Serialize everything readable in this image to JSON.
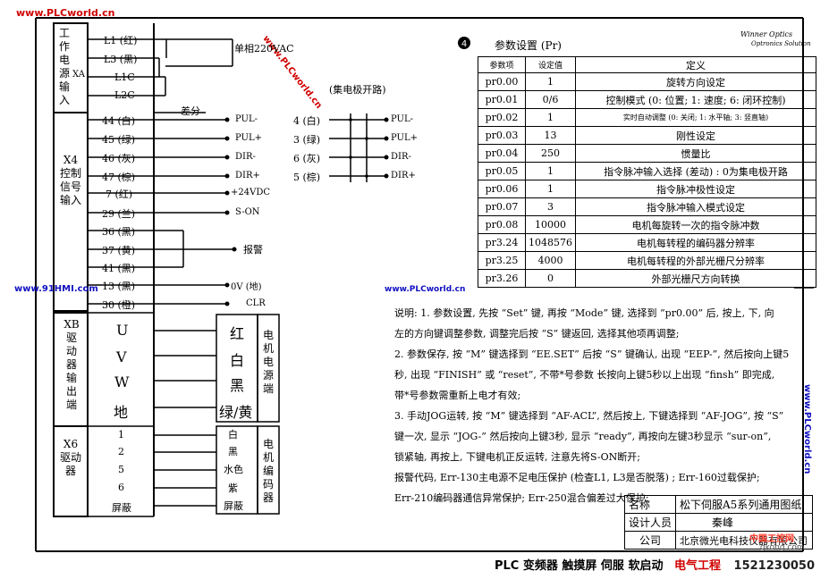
{
  "watermarks": {
    "top_left": "www.PLCworld.cn",
    "diag_top": "www.PLCworld.cn",
    "left_mid": "www.91HMI.com",
    "center_mid": "www.PLCworld.cn",
    "right_vertical": "www.PLCworld.cn",
    "gk_brand": "中国工控网",
    "gk_url": "gkong.com"
  },
  "brand": {
    "name": "Winner Optics",
    "sub": "Optronics Solution"
  },
  "power_section": {
    "title": "工作电源输入",
    "code": "XA",
    "terminals": [
      "L1 (红)",
      "L3 (黑)",
      "L1C",
      "L2C"
    ],
    "label": "单相220VAC"
  },
  "x4_section": {
    "title": "X4控制信号输入",
    "differential_label": "差分",
    "open_collector_label": "(集电极开路)",
    "pins": [
      "44 (白)",
      "45 (绿)",
      "46 (灰)",
      "47 (棕)",
      "7 (红)",
      "29 (兰)",
      "36 (黑)",
      "37 (黄)",
      "41 (黑)",
      "13 (黑)",
      "30 (橙)"
    ],
    "signals_diff": [
      "PUL-",
      "PUL+",
      "DIR-",
      "DIR+",
      "+24VDC",
      "S-ON"
    ],
    "alarm_label": "报警",
    "zero_v_label": "0V (地)",
    "clr_label": "CLR",
    "oc_pins": [
      "4 (白)",
      "3 (绿)",
      "6 (灰)",
      "5 (棕)"
    ],
    "oc_signals": [
      "PUL-",
      "PUL+",
      "DIR-",
      "DIR+"
    ]
  },
  "xb_section": {
    "title": "XB驱动器输出端",
    "terminals": [
      "U",
      "V",
      "W",
      "地"
    ],
    "wires": [
      "红",
      "白",
      "黑",
      "绿/黄"
    ],
    "motor_label": "电机电源端"
  },
  "x6_section": {
    "title": "X6驱动器",
    "pins": [
      "1",
      "2",
      "5",
      "6",
      "屏蔽"
    ],
    "wires": [
      "白",
      "黑",
      "水色",
      "紫",
      "屏蔽"
    ],
    "encoder_label": "电机编码器"
  },
  "params": {
    "badge": "4",
    "title": "参数设置 (Pr)",
    "headers": [
      "参数项",
      "设定值",
      "定义"
    ],
    "rows": [
      [
        "pr0.00",
        "1",
        "旋转方向设定"
      ],
      [
        "pr0.01",
        "0/6",
        "控制模式 (0: 位置; 1: 速度; 6: 闭环控制)"
      ],
      [
        "pr0.02",
        "1",
        "实时自动调整 (0: 关闭; 1: 水平轴; 3: 竖直轴)"
      ],
      [
        "pr0.03",
        "13",
        "刚性设定"
      ],
      [
        "pr0.04",
        "250",
        "惯量比"
      ],
      [
        "pr0.05",
        "1",
        "指令脉冲输入选择 (差动) : 0为集电极开路"
      ],
      [
        "pr0.06",
        "1",
        "指令脉冲极性设定"
      ],
      [
        "pr0.07",
        "3",
        "指令脉冲输入模式设定"
      ],
      [
        "pr0.08",
        "10000",
        "电机每旋转一次的指令脉冲数"
      ],
      [
        "pr3.24",
        "1048576",
        "电机每转程的编码器分辨率"
      ],
      [
        "pr3.25",
        "4000",
        "电机每转程的外部光栅尺分辨率"
      ],
      [
        "pr3.26",
        "0",
        "外部光栅尺方向转换"
      ]
    ]
  },
  "notes": [
    "说明: 1. 参数设置, 先按 “Set” 键, 再按 “Mode” 键, 选择到 “pr0.00” 后, 按上, 下, 向",
    "左的方向键调整参数, 调整完后按 “S” 键返回, 选择其他项再调整;",
    "2. 参数保存, 按 “M” 键选择到 “EE.SET” 后按 “S” 键确认, 出现 “EEP-”, 然后按向上键5",
    "秒, 出现 “FINISH” 或 “reset”, 不带*号参数 长按向上键5秒以上出现 “finsh” 即完成,",
    "带*号参数需重新上电才有效;",
    "3. 手动JOG运转, 按 “M” 键选择到 “AF-ACL”, 然后按上, 下键选择到 “AF-JOG”, 按 “S”",
    "键一次, 显示 “JOG-” 然后按向上键3秒, 显示 “ready”, 再按向左键3秒显示 “sur-on”,",
    "锁紧轴, 再按上, 下键电机正反运转, 注意先将S-ON断开;",
    "报警代码, Err-130主电源不足电压保护 (检查L1, L3是否脱落) ; Err-160过载保护;",
    "Err-210编码器通信异常保护; Err-250混合偏差过大保护;"
  ],
  "title_block": {
    "name_label": "名称",
    "name_value": "松下伺服A5系列通用图纸",
    "designer_label": "设计人员",
    "designer_value": "秦峰",
    "company_label": "公司",
    "company_value": "北京微光电科技仪器有限公司"
  },
  "footer": {
    "left": "PLC 变频器 触摸屏 伺服 软启动",
    "red": "电气工程",
    "phone": "1521230050"
  }
}
